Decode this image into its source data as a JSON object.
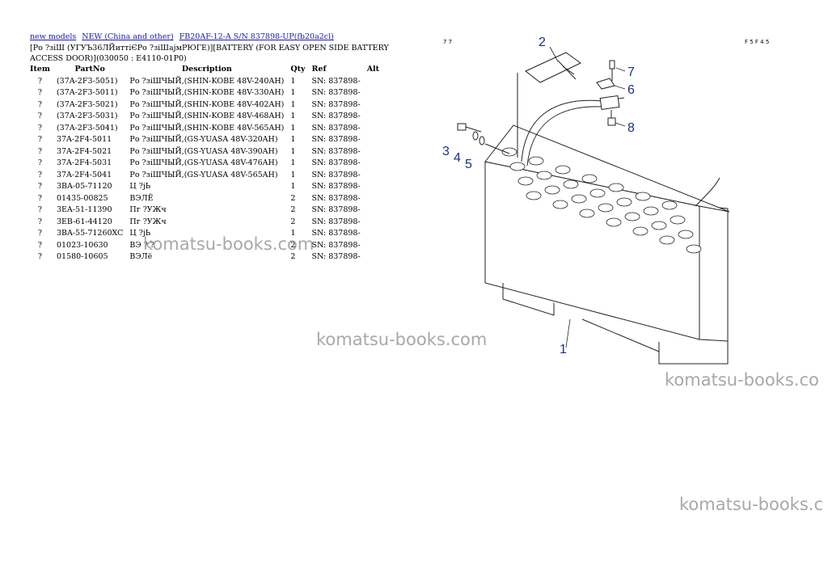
{
  "breadcrumb": {
    "link1": "new models",
    "link2": "NEW (China and other)",
    "link3": "FB20AF-12-A S/N 837898-UP(fb20a2cl)"
  },
  "title": "[Ро ?зіШ (УГУЪ36ЛЙиттіЄРо ?зіШајмРЮГЕ)][BATTERY (FOR EASY OPEN SIDE BATTERY ACCESS DOOR)](030050 : E4110-01P0)",
  "table": {
    "headers": [
      "Item",
      "PartNo",
      "Description",
      "Qty",
      "Ref",
      "Alt"
    ],
    "rows": [
      {
        "item": "?",
        "part": "(37A-2F3-5051)",
        "desc": "Ро ?зіШЧЫЙ,(SHIN-KOBE 48V-240AH)",
        "qty": "1",
        "ref": "SN: 837898-"
      },
      {
        "item": "?",
        "part": "(37A-2F3-5011)",
        "desc": "Ро ?зіШЧЫЙ,(SHIN-KOBE 48V-330AH)",
        "qty": "1",
        "ref": "SN: 837898-"
      },
      {
        "item": "?",
        "part": "(37A-2F3-5021)",
        "desc": "Ро ?зіШЧЫЙ,(SHIN-KOBE 48V-402AH)",
        "qty": "1",
        "ref": "SN: 837898-"
      },
      {
        "item": "?",
        "part": "(37A-2F3-5031)",
        "desc": "Ро ?зіШЧЫЙ,(SHIN-KOBE 48V-468AH)",
        "qty": "1",
        "ref": "SN: 837898-"
      },
      {
        "item": "?",
        "part": "(37A-2F3-5041)",
        "desc": "Ро ?зіШЧЫЙ,(SHIN-KOBE 48V-565AH)",
        "qty": "1",
        "ref": "SN: 837898-"
      },
      {
        "item": "?",
        "part": "37A-2F4-5011",
        "desc": "Ро ?зіШЧЫЙ,(GS-YUASA 48V-320AH)",
        "qty": "1",
        "ref": "SN: 837898-"
      },
      {
        "item": "?",
        "part": "37A-2F4-5021",
        "desc": "Ро ?зіШЧЫЙ,(GS-YUASA 48V-390AH)",
        "qty": "1",
        "ref": "SN: 837898-"
      },
      {
        "item": "?",
        "part": "37A-2F4-5031",
        "desc": "Ро ?зіШЧЫЙ,(GS-YUASA 48V-476AH)",
        "qty": "1",
        "ref": "SN: 837898-"
      },
      {
        "item": "?",
        "part": "37A-2F4-5041",
        "desc": "Ро ?зіШЧЫЙ,(GS-YUASA 48V-565AH)",
        "qty": "1",
        "ref": "SN: 837898-"
      },
      {
        "item": "?",
        "part": "3BA-05-71120",
        "desc": "Ц ?јЬ",
        "qty": "1",
        "ref": "SN: 837898-"
      },
      {
        "item": "?",
        "part": "01435-00825",
        "desc": "ВЭЛЁ",
        "qty": "2",
        "ref": "SN: 837898-"
      },
      {
        "item": "?",
        "part": "3EA-51-11390",
        "desc": "Пг ?УЖч",
        "qty": "2",
        "ref": "SN: 837898-"
      },
      {
        "item": "?",
        "part": "3EB-61-44120",
        "desc": "Пг ?УЖч",
        "qty": "2",
        "ref": "SN: 837898-"
      },
      {
        "item": "?",
        "part": "3BA-55-71260XC",
        "desc": "Ц ?јЬ",
        "qty": "1",
        "ref": "SN: 837898-"
      },
      {
        "item": "?",
        "part": "01023-10630",
        "desc": "ВЭ ? ?",
        "qty": "2",
        "ref": "SN: 837898-"
      },
      {
        "item": "?",
        "part": "01580-10605",
        "desc": "ВЭЛё",
        "qty": "2",
        "ref": "SN: 837898-"
      }
    ]
  },
  "diagram": {
    "callouts": [
      "1",
      "2",
      "3",
      "4",
      "5",
      "6",
      "7",
      "8"
    ],
    "corner_left": "7 7",
    "corner_right": "F 5 F 4 5"
  },
  "watermark": {
    "text1": "komatsu-books.com",
    "text2": "komatsu-books.com",
    "text3": "komatsu-books.co",
    "text4": "komatsu-books.c"
  }
}
